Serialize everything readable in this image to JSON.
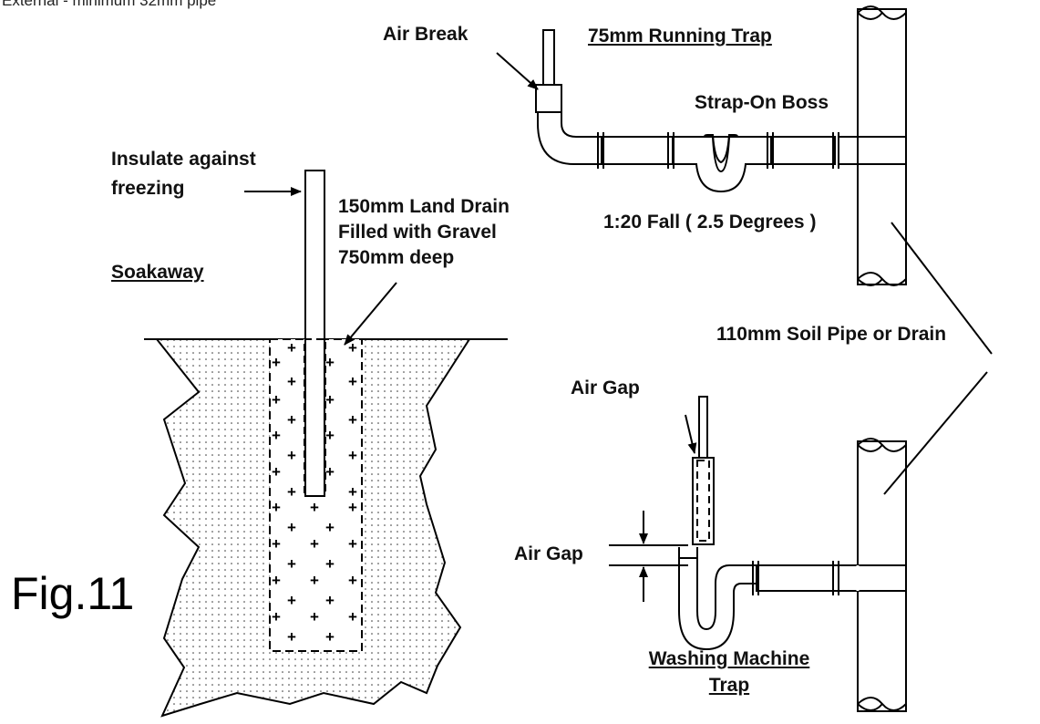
{
  "header": {
    "caption": "External - minimum 32mm pipe"
  },
  "figure": {
    "number": "Fig.11"
  },
  "running_trap": {
    "title": "75mm Running Trap",
    "air_break": "Air Break",
    "boss": "Strap-On Boss",
    "fall": "1:20 Fall ( 2.5 Degrees )"
  },
  "soil_pipe": {
    "label": "110mm Soil Pipe or Drain"
  },
  "soakaway": {
    "title": "Soakaway",
    "insulate": [
      "Insulate against",
      "freezing"
    ],
    "land_drain": [
      "150mm Land Drain",
      "Filled with Gravel",
      "750mm deep"
    ]
  },
  "washing_machine": {
    "air_gap_top": "Air Gap",
    "air_gap_side": "Air Gap",
    "title": [
      "Washing Machine",
      "Trap"
    ]
  }
}
